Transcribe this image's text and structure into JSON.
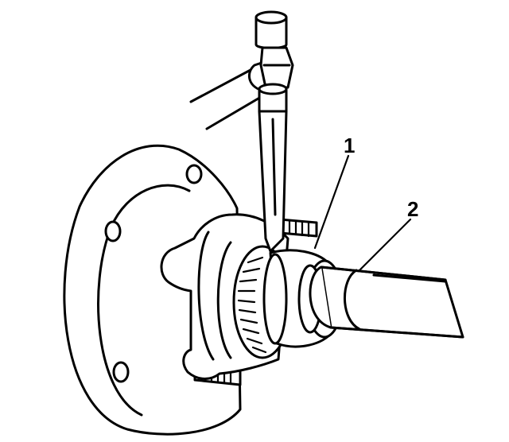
{
  "callouts": [
    {
      "id": "1",
      "label": "1"
    },
    {
      "id": "2",
      "label": "2"
    }
  ],
  "colors": {
    "stroke": "#000000",
    "background": "#ffffff"
  }
}
